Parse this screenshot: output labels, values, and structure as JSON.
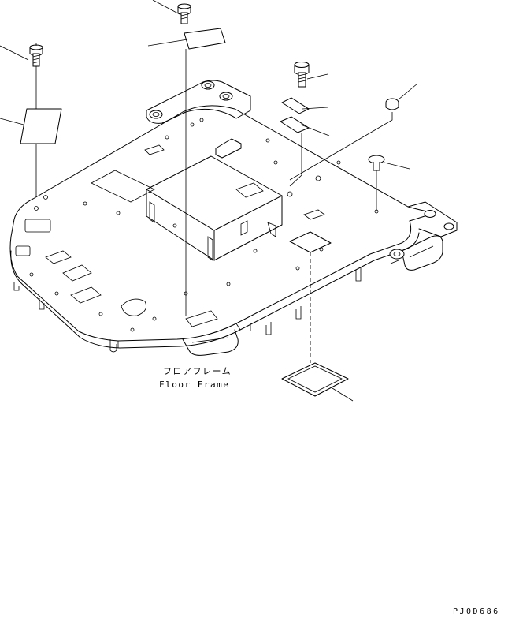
{
  "labels": {
    "part_name_jp": "フロアフレーム",
    "part_name_en": "Floor Frame"
  },
  "drawing_code": "PJ0D686",
  "colors": {
    "line": "#000000",
    "background": "#ffffff"
  }
}
